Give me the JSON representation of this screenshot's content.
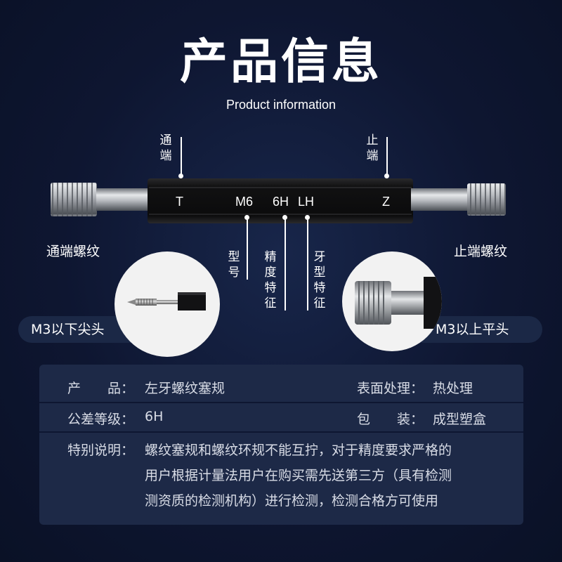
{
  "header": {
    "title": "产品信息",
    "subtitle": "Product information"
  },
  "gauge": {
    "label_go": "T",
    "label_model": "M6",
    "label_precision": "6H",
    "label_thread": "LH",
    "label_nogo": "Z"
  },
  "callouts": {
    "go_end": [
      "通",
      "端"
    ],
    "nogo_end": [
      "止",
      "端"
    ],
    "model": [
      "型",
      "号"
    ],
    "precision": [
      "精",
      "度",
      "特",
      "征"
    ],
    "thread": [
      "牙",
      "型",
      "特",
      "征"
    ]
  },
  "sides": {
    "go_thread": "通端螺纹",
    "nogo_thread": "止端螺纹",
    "left_pill": "M3以下尖头",
    "right_pill": "M3以上平头"
  },
  "info": {
    "product_label": "产　　品：",
    "product_value": "左牙螺纹塞规",
    "surface_label": "表面处理：",
    "surface_value": "热处理",
    "tolerance_label": "公差等级：",
    "tolerance_value": "6H",
    "package_label": "包　　装：",
    "package_value": "成型塑盒",
    "note_label": "特别说明：",
    "note_lines": [
      "螺纹塞规和螺纹环规不能互拧，对于精度要求严格的",
      "用户根据计量法用户在购买需先送第三方（具有检测",
      "测资质的检测机构）进行检测，检测合格方可使用"
    ]
  },
  "colors": {
    "background": "#0e1631",
    "table_bg": "#1d2947",
    "text": "#ffffff",
    "table_text": "#d8dce6"
  }
}
